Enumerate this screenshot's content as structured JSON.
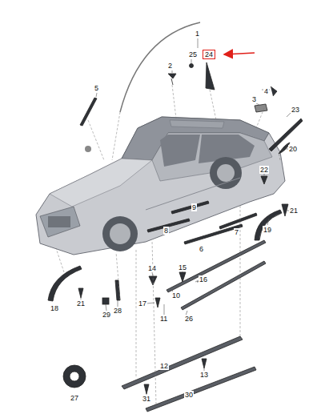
{
  "diagram": {
    "labels": [
      "1",
      "2",
      "25",
      "24",
      "4",
      "3",
      "23",
      "5",
      "20",
      "22",
      "21",
      "19",
      "9",
      "7",
      "6",
      "8",
      "14",
      "15",
      "16",
      "10",
      "26",
      "17",
      "11",
      "18",
      "21",
      "29",
      "28",
      "12",
      "13",
      "27",
      "31",
      "30"
    ]
  }
}
